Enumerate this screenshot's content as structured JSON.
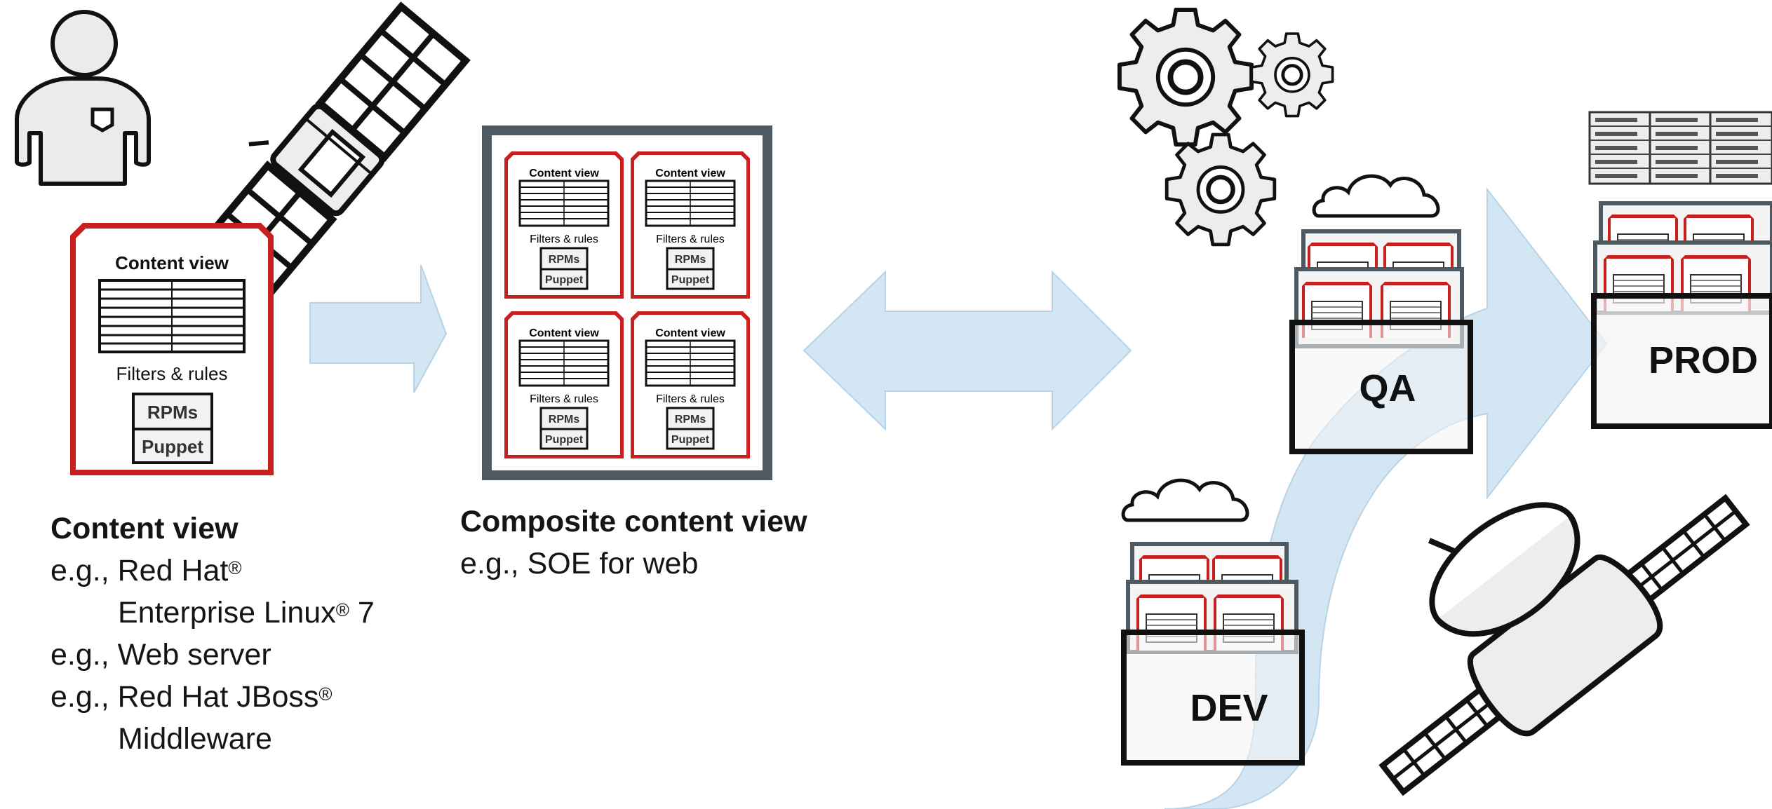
{
  "colors": {
    "accent_red": "#c8201e",
    "frame_gray": "#4e5a62",
    "arrow_fill": "#d3e6f3",
    "arrow_stroke": "#b9d2e4",
    "outline": "#111111",
    "panel_fill": "#f2f2f2"
  },
  "icons": [
    "user-icon",
    "satellite-icon",
    "gears-icon",
    "cloud-icon",
    "server-rack-icon",
    "satellite-dish-icon"
  ],
  "content_view_card": {
    "title": "Content view",
    "filters": "Filters & rules",
    "rpms": "RPMs",
    "puppet": "Puppet"
  },
  "left_caption": {
    "heading": "Content view",
    "line1": "e.g., Red Hat",
    "line1_mark": "®",
    "line2": "Enterprise Linux",
    "line2_mark": "®",
    "line2_tail": " 7",
    "line3": "e.g., Web server",
    "line4": "e.g., Red Hat JBoss",
    "line4_mark": "®",
    "line5": "Middleware"
  },
  "composite_caption": {
    "heading": "Composite content view",
    "line1": "e.g., SOE for web"
  },
  "environments": {
    "dev": "DEV",
    "qa": "QA",
    "prod": "PROD"
  }
}
